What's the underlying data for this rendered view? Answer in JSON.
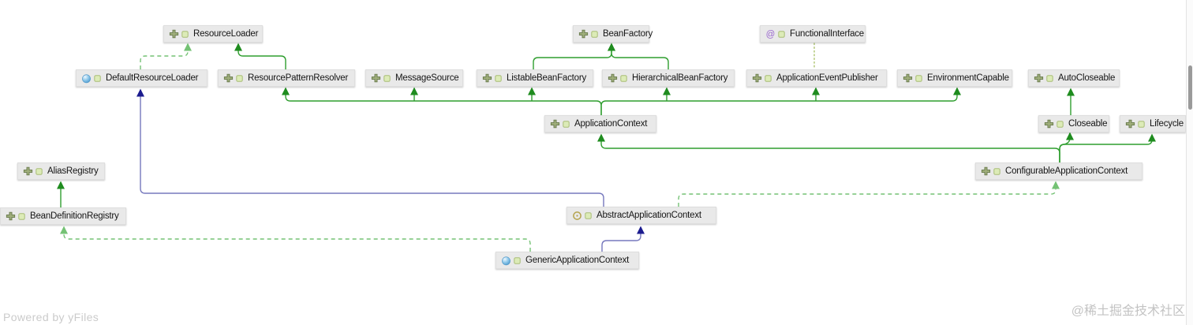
{
  "diagram": {
    "nodes": [
      {
        "id": "resourceLoader",
        "label": "ResourceLoader",
        "kind": "interface"
      },
      {
        "id": "beanFactory",
        "label": "BeanFactory",
        "kind": "interface"
      },
      {
        "id": "functionalInterface",
        "label": "FunctionalInterface",
        "kind": "annotation"
      },
      {
        "id": "defaultResourceLoader",
        "label": "DefaultResourceLoader",
        "kind": "class"
      },
      {
        "id": "resourcePatternResolver",
        "label": "ResourcePatternResolver",
        "kind": "interface"
      },
      {
        "id": "messageSource",
        "label": "MessageSource",
        "kind": "interface"
      },
      {
        "id": "listableBeanFactory",
        "label": "ListableBeanFactory",
        "kind": "interface"
      },
      {
        "id": "hierarchicalBeanFactory",
        "label": "HierarchicalBeanFactory",
        "kind": "interface"
      },
      {
        "id": "applicationEventPublisher",
        "label": "ApplicationEventPublisher",
        "kind": "interface"
      },
      {
        "id": "environmentCapable",
        "label": "EnvironmentCapable",
        "kind": "interface"
      },
      {
        "id": "autoCloseable",
        "label": "AutoCloseable",
        "kind": "interface"
      },
      {
        "id": "applicationContext",
        "label": "ApplicationContext",
        "kind": "interface"
      },
      {
        "id": "closeable",
        "label": "Closeable",
        "kind": "interface"
      },
      {
        "id": "lifecycle",
        "label": "Lifecycle",
        "kind": "interface"
      },
      {
        "id": "aliasRegistry",
        "label": "AliasRegistry",
        "kind": "interface"
      },
      {
        "id": "configurableApplicationContext",
        "label": "ConfigurableApplicationContext",
        "kind": "interface"
      },
      {
        "id": "beanDefinitionRegistry",
        "label": "BeanDefinitionRegistry",
        "kind": "interface"
      },
      {
        "id": "abstractApplicationContext",
        "label": "AbstractApplicationContext",
        "kind": "abstract"
      },
      {
        "id": "genericApplicationContext",
        "label": "GenericApplicationContext",
        "kind": "class"
      }
    ],
    "edges": [
      {
        "from": "defaultResourceLoader",
        "to": "resourceLoader",
        "relation": "implements"
      },
      {
        "from": "resourcePatternResolver",
        "to": "resourceLoader",
        "relation": "extends"
      },
      {
        "from": "listableBeanFactory",
        "to": "beanFactory",
        "relation": "extends"
      },
      {
        "from": "hierarchicalBeanFactory",
        "to": "beanFactory",
        "relation": "extends"
      },
      {
        "from": "functionalInterface",
        "to": "applicationEventPublisher",
        "relation": "annotates"
      },
      {
        "from": "applicationContext",
        "to": "resourcePatternResolver",
        "relation": "extends"
      },
      {
        "from": "applicationContext",
        "to": "messageSource",
        "relation": "extends"
      },
      {
        "from": "applicationContext",
        "to": "listableBeanFactory",
        "relation": "extends"
      },
      {
        "from": "applicationContext",
        "to": "hierarchicalBeanFactory",
        "relation": "extends"
      },
      {
        "from": "applicationContext",
        "to": "applicationEventPublisher",
        "relation": "extends"
      },
      {
        "from": "applicationContext",
        "to": "environmentCapable",
        "relation": "extends"
      },
      {
        "from": "configurableApplicationContext",
        "to": "applicationContext",
        "relation": "extends"
      },
      {
        "from": "configurableApplicationContext",
        "to": "closeable",
        "relation": "extends"
      },
      {
        "from": "configurableApplicationContext",
        "to": "lifecycle",
        "relation": "extends"
      },
      {
        "from": "closeable",
        "to": "autoCloseable",
        "relation": "extends"
      },
      {
        "from": "beanDefinitionRegistry",
        "to": "aliasRegistry",
        "relation": "extends"
      },
      {
        "from": "genericApplicationContext",
        "to": "beanDefinitionRegistry",
        "relation": "implements"
      },
      {
        "from": "abstractApplicationContext",
        "to": "configurableApplicationContext",
        "relation": "implements"
      },
      {
        "from": "abstractApplicationContext",
        "to": "defaultResourceLoader",
        "relation": "extends-class"
      },
      {
        "from": "genericApplicationContext",
        "to": "abstractApplicationContext",
        "relation": "extends-class"
      }
    ]
  },
  "footer": {
    "powered_by": "Powered by yFiles"
  },
  "watermark": {
    "text": "@稀土掘金技术社区"
  },
  "colors": {
    "edge_extends": "#2f9e2f",
    "edge_implements": "#74c274",
    "edge_class": "#7678bd",
    "edge_annotation": "#b7cb80",
    "arrow_green": "#1f8c1f",
    "arrow_green_light": "#74c274",
    "arrow_blue": "#1c1c8f"
  }
}
